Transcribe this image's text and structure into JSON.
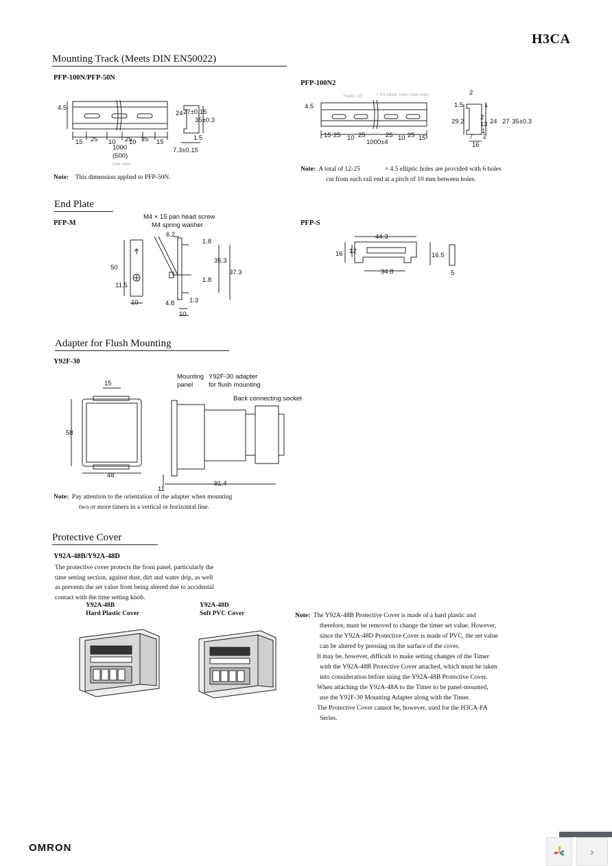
{
  "header": {
    "model": "H3CA"
  },
  "mounting_track": {
    "title": "Mounting Track (Meets DIN EN50022)",
    "left": {
      "part": "PFP-100N/PFP-50N",
      "dims": [
        "4.5",
        "27±0.15",
        "24",
        "35±0.3",
        "1.5",
        "15",
        "25",
        "10",
        "25",
        "10",
        "25",
        "15",
        "1000",
        "(500)",
        "7.3±0.15"
      ],
      "faint": "(see note)",
      "note_label": "Note:",
      "note_text": "This dimension applied to PFP-50N."
    },
    "right": {
      "part": "PFP-100N2",
      "dims": [
        "4.5",
        "15",
        "25",
        "10",
        "25",
        "25",
        "10",
        "25",
        "15",
        "1000±4",
        "2",
        "1.5",
        "1",
        "29.2",
        "2",
        "13",
        "24",
        "27",
        "35±0.3",
        "1",
        "7",
        "2",
        "16"
      ],
      "faint1": "Tracks: 25",
      "faint2": "× 4.5 elliptic holes (see note)",
      "note_label": "Note:",
      "note_line1a": "A total of 12-25",
      "note_line1b": "× 4.5 elliptic holes are provided with 6 holes",
      "note_line2": "cut from each rail end at a pitch of 10 mm between holes."
    }
  },
  "end_plate": {
    "title": "End Plate",
    "pfp_m": {
      "part": "PFP-M",
      "callout1": "M4 × 15 pan head screw",
      "callout2": "M4 spring washer",
      "dims": [
        "6.2",
        "1.8",
        "50",
        "35.3",
        "37.3",
        "11.5",
        "1.8",
        "10",
        "4.8",
        "1.3",
        "10"
      ]
    },
    "pfp_s": {
      "part": "PFP-S",
      "dims": [
        "44.3",
        "16",
        "12",
        "16.5",
        "34.8",
        "5"
      ]
    }
  },
  "adapter": {
    "title": "Adapter for Flush Mounting",
    "part": "Y92F-30",
    "callout1": "Mounting",
    "callout1b": "panel",
    "callout2": "Y92F-30 adapter",
    "callout2b": "for flush mounting",
    "callout3": "Back connecting socket",
    "dims": [
      "15",
      "58",
      "48",
      "11",
      "91.4"
    ],
    "note_label": "Note:",
    "note_line1": "Pay attention to the orientation of the adapter when mounting",
    "note_line2": "two or more timers in a vertical or horizontal line."
  },
  "protective_cover": {
    "title": "Protective Cover",
    "part": "Y92A-48B/Y92A-48D",
    "body": [
      "The protective cover protects the front panel, particularly the",
      "time setting section, against dust, dirt and water drip, as well",
      "as prevents the set value from being altered due to accidental",
      "contact with the time setting knob."
    ],
    "cover1_model": "Y92A-48B",
    "cover1_name": "Hard Plastic Cover",
    "cover2_model": "Y92A-48D",
    "cover2_name": "Soft PVC Cover",
    "note_label": "Note:",
    "notes": [
      "The Y92A-48B Protective Cover is made of a hard plastic and",
      "therefore, must be removed to change the timer set value. However,",
      "since the Y92A-48D Protective Cover is made of PVC, the set value",
      "can be altered by pressing on the surface of the cover.",
      "It may be, however, difficult to make setting changes of the Timer",
      "with the Y92A-48B Protective Cover attached, which must be taken",
      "into consideration before using the Y92A-48B Protective Cover.",
      "When attaching the Y92A-48A to the Timer to be panel-mounted,",
      "use the Y92F-30 Mounting Adapter along with the Timer.",
      "The Protective Cover cannot be, however, used for the H3CA-FA",
      "Series."
    ]
  },
  "footer": {
    "logo": "OMRON"
  },
  "viewer": {
    "next_glyph": "›"
  }
}
